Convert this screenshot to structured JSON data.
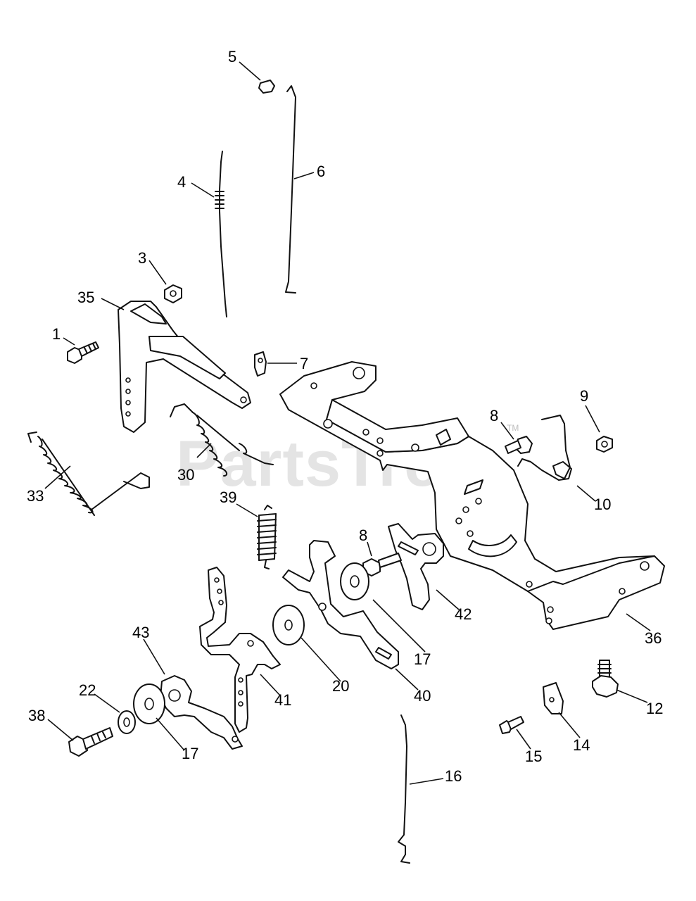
{
  "watermark": {
    "text": "PartsTree",
    "tm": "TM"
  },
  "callouts": {
    "c1": "1",
    "c3": "3",
    "c4": "4",
    "c5": "5",
    "c6": "6",
    "c7": "7",
    "c8a": "8",
    "c8b": "8",
    "c9": "9",
    "c10": "10",
    "c12": "12",
    "c14": "14",
    "c15": "15",
    "c16": "16",
    "c17a": "17",
    "c17b": "17",
    "c20": "20",
    "c22": "22",
    "c30": "30",
    "c33": "33",
    "c35": "35",
    "c36": "36",
    "c38": "38",
    "c39": "39",
    "c40": "40",
    "c41": "41",
    "c42": "42",
    "c43": "43"
  }
}
